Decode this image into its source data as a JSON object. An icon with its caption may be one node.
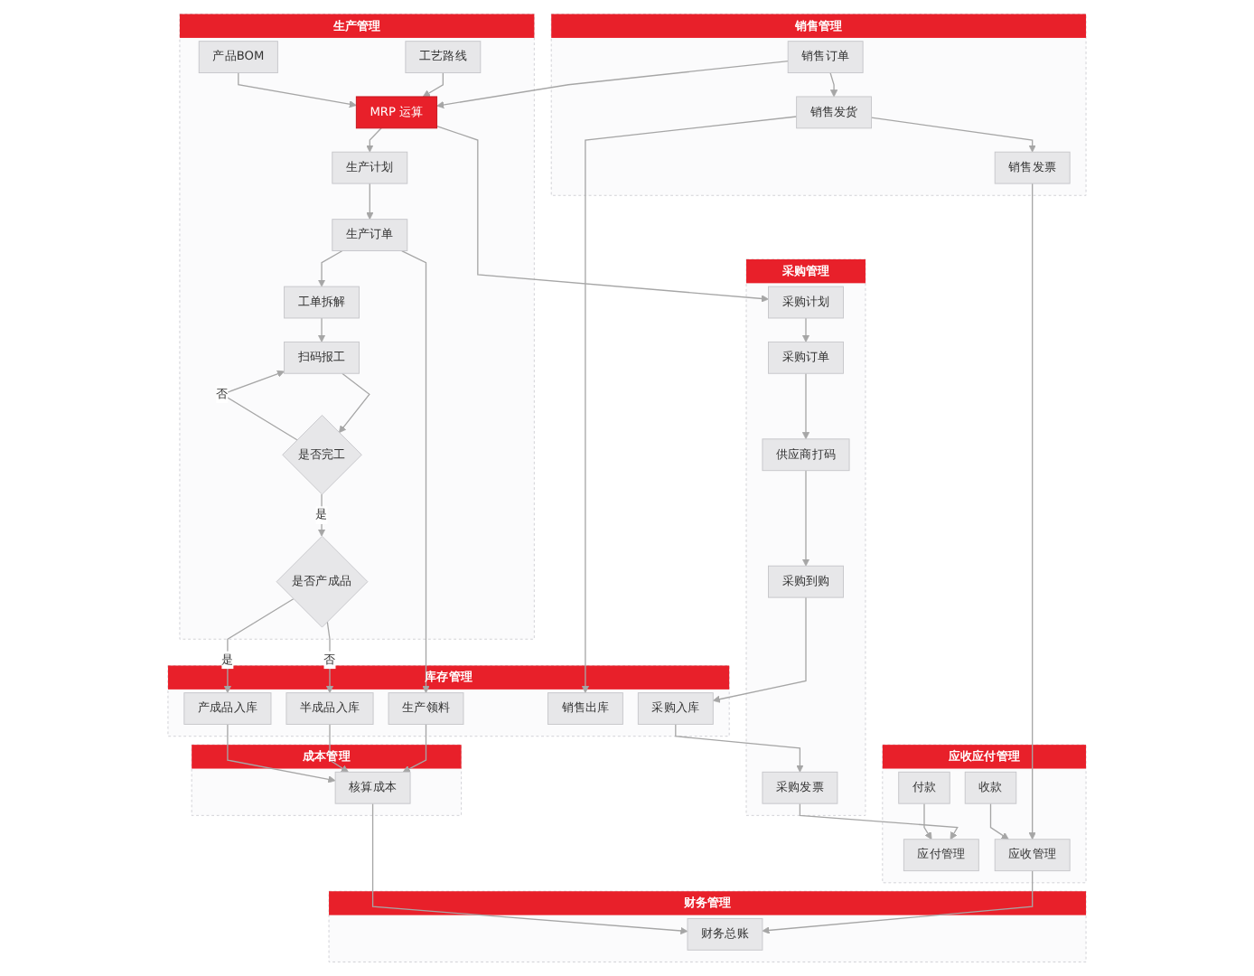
{
  "diagram": {
    "nodes": [
      {
        "text": [
          "销售管理"
        ]
      },
      {
        "text": [
          "采购管理"
        ]
      },
      {
        "text": [
          "生产管理"
        ]
      },
      {
        "text": [
          "库存管理"
        ]
      },
      {
        "text": [
          "应收应付管理"
        ]
      },
      {
        "text": [
          "成本管理"
        ]
      },
      {
        "text": [
          "财务管理"
        ]
      },
      {
        "text": [
          "销售订单"
        ],
        "in": 0
      },
      {
        "text": [
          "销售发货"
        ],
        "in": 0
      },
      {
        "text": [
          "销售发票"
        ],
        "in": 0
      },
      {
        "text": [
          "采购计划"
        ],
        "in": 1
      },
      {
        "text": [
          "采购订单"
        ],
        "in": 1
      },
      {
        "text": [
          "供应商打码"
        ],
        "in": 1
      },
      {
        "text": [
          "采购到购"
        ],
        "in": 1
      },
      {
        "text": [
          "采购发票"
        ],
        "in": 1
      },
      {
        "text": [
          "工艺路线"
        ],
        "in": 2
      },
      {
        "text": [
          "产品BOM"
        ],
        "in": 2
      },
      {
        "text": [
          "MRP 运算"
        ],
        "in": 2
      },
      {
        "text": [
          "生产计划"
        ],
        "in": 2
      },
      {
        "text": [
          "生产订单"
        ],
        "in": 2
      },
      {
        "text": [
          "工单拆解"
        ],
        "in": 2
      },
      {
        "text": [
          "扫码报工"
        ],
        "in": 2
      },
      {
        "text": [
          "是否完工"
        ],
        "in": 2
      },
      {
        "text": [
          "是否产成品"
        ],
        "in": 2
      },
      {
        "text": [
          "生产领料"
        ],
        "in": 3
      },
      {
        "text": [
          "半成品入库"
        ],
        "in": 3
      },
      {
        "text": [
          "产成品入库"
        ],
        "in": 3
      },
      {
        "text": [
          "采购入库"
        ],
        "in": 3
      },
      {
        "text": [
          "销售出库"
        ],
        "in": 3
      },
      {
        "text": [
          "付款"
        ],
        "in": 4
      },
      {
        "text": [
          "应付管理"
        ],
        "in": 4
      },
      {
        "text": [
          "收款"
        ],
        "in": 4
      },
      {
        "text": [
          "应收管理"
        ],
        "in": 4
      },
      {
        "text": [
          "核算成本"
        ],
        "in": 5
      },
      {
        "text": [
          "财务总账"
        ],
        "in": 6
      }
    ],
    "edges": [
      {
        "from": 15,
        "to": 17,
        "arrow": "to"
      },
      {
        "from": 16,
        "to": 17,
        "arrow": "to"
      },
      {
        "from": 7,
        "to": 17,
        "arrow": "to"
      },
      {
        "from": 17,
        "to": 10,
        "arrow": "to"
      },
      {
        "from": 17,
        "to": 18,
        "arrow": "to"
      },
      {
        "from": 10,
        "to": 11,
        "arrow": "to"
      },
      {
        "from": 18,
        "to": 19,
        "arrow": "to"
      },
      {
        "from": 19,
        "to": 24,
        "arrow": "to"
      },
      {
        "from": 19,
        "to": 20,
        "arrow": "to"
      },
      {
        "from": 20,
        "to": 21,
        "arrow": "to"
      },
      {
        "from": 21,
        "to": 22,
        "arrow": "to"
      },
      {
        "from": 22,
        "to": 21,
        "label": "否",
        "arrow": "to"
      },
      {
        "from": 22,
        "to": 23,
        "label": "是",
        "arrow": "to"
      },
      {
        "from": 23,
        "to": 25,
        "label": "否",
        "arrow": "to"
      },
      {
        "from": 23,
        "to": 26,
        "label": "是",
        "arrow": "to"
      },
      {
        "from": 24,
        "to": 33,
        "arrow": "to"
      },
      {
        "from": 25,
        "to": 33,
        "arrow": "to"
      },
      {
        "from": 26,
        "to": 33,
        "arrow": "to"
      },
      {
        "from": 11,
        "to": 12,
        "arrow": "to"
      },
      {
        "from": 12,
        "to": 13,
        "arrow": "to"
      },
      {
        "from": 13,
        "to": 27,
        "arrow": "to"
      },
      {
        "from": 27,
        "to": 14,
        "arrow": "to"
      },
      {
        "from": 14,
        "to": 30,
        "arrow": "to"
      },
      {
        "from": 29,
        "to": 30,
        "arrow": "to"
      },
      {
        "from": 7,
        "to": 8,
        "arrow": "to"
      },
      {
        "from": 8,
        "to": 28,
        "arrow": "to"
      },
      {
        "from": 8,
        "to": 9,
        "arrow": "to"
      },
      {
        "from": 9,
        "to": 32,
        "arrow": "to"
      },
      {
        "from": 31,
        "to": 32,
        "arrow": "to"
      },
      {
        "from": 32,
        "to": 34,
        "arrow": "to"
      },
      {
        "from": 33,
        "to": 34,
        "arrow": "to"
      }
    ]
  }
}
